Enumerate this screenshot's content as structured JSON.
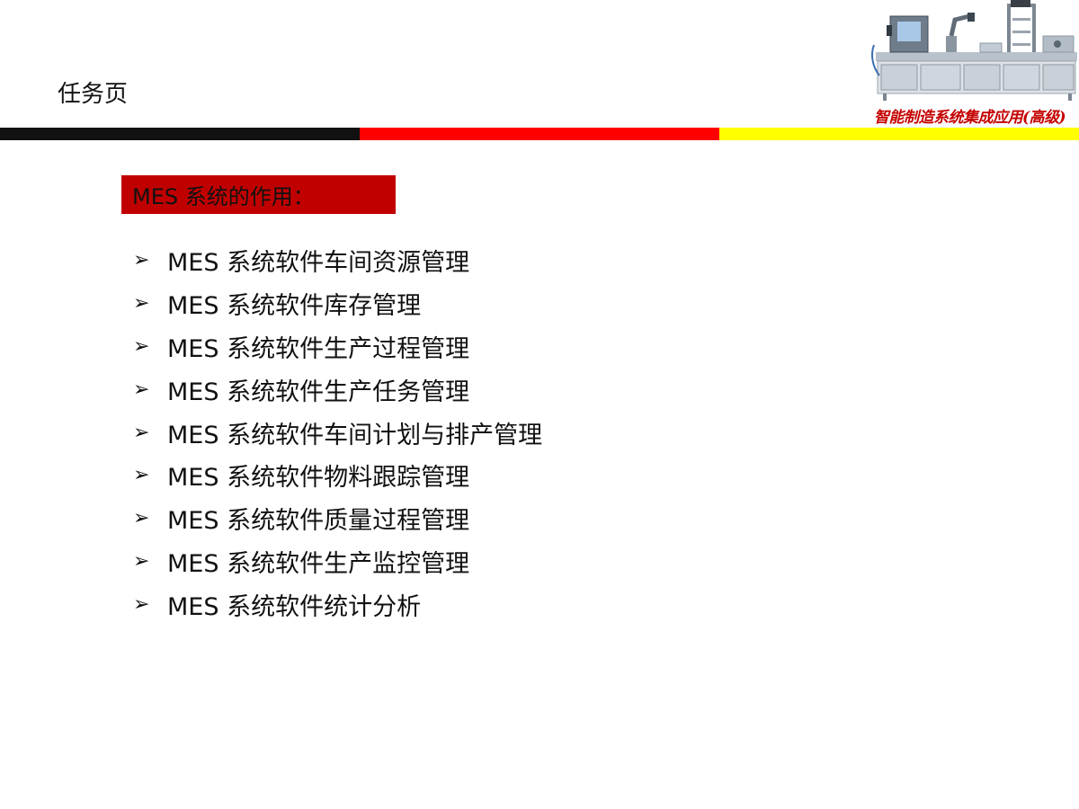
{
  "header": {
    "title": "任务页",
    "banner_caption": "智能制造系统集成应用(高级)",
    "banner_caption_color": "#c40000"
  },
  "stripe_colors": [
    "#111111",
    "#ff0000",
    "#ffff00"
  ],
  "section": {
    "label": "MES 系统的作用：",
    "background": "#c00000"
  },
  "bullet_icon": "arrowhead-bullet-icon",
  "bullet_glyph": "➢",
  "items": [
    {
      "text": "MES 系统软件车间资源管理"
    },
    {
      "text": "MES 系统软件库存管理"
    },
    {
      "text": "MES 系统软件生产过程管理"
    },
    {
      "text": "MES 系统软件生产任务管理"
    },
    {
      "text": "MES 系统软件车间计划与排产管理"
    },
    {
      "text": "MES 系统软件物料跟踪管理"
    },
    {
      "text": "MES 系统软件质量过程管理"
    },
    {
      "text": "MES 系统软件生产监控管理"
    },
    {
      "text": "MES 系统软件统计分析"
    }
  ]
}
